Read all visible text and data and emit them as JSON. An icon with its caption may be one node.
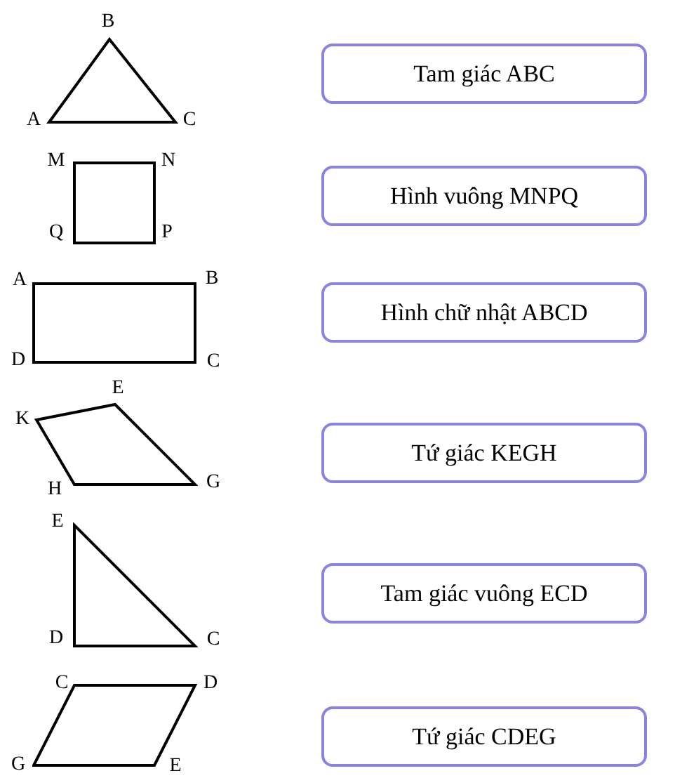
{
  "diagram": {
    "nodes": [
      {
        "text": [],
        "shape": "triangle",
        "beside": [
          "B",
          "A",
          "C"
        ]
      },
      {
        "text": [],
        "shape": "square",
        "beside": [
          "M",
          "N",
          "Q",
          "P"
        ]
      },
      {
        "text": [],
        "shape": "rectangle",
        "beside": [
          "A",
          "B",
          "D",
          "C"
        ]
      },
      {
        "text": [],
        "shape": "quadrilateral",
        "beside": [
          "E",
          "K",
          "H",
          "G"
        ]
      },
      {
        "text": [],
        "shape": "triangle",
        "beside": [
          "E",
          "D",
          "C"
        ]
      },
      {
        "text": [],
        "shape": "parallelogram",
        "beside": [
          "C",
          "D",
          "G",
          "E"
        ]
      },
      {
        "text": [
          "Tam giác ABC"
        ]
      },
      {
        "text": [
          "Hình vuông MNPQ"
        ]
      },
      {
        "text": [
          "Hình chữ nhật ABCD"
        ]
      },
      {
        "text": [
          "Tứ giác KEGH"
        ]
      },
      {
        "text": [
          "Tam giác vuông ECD"
        ]
      },
      {
        "text": [
          "Tứ giác CDEG"
        ]
      }
    ],
    "edges": []
  }
}
